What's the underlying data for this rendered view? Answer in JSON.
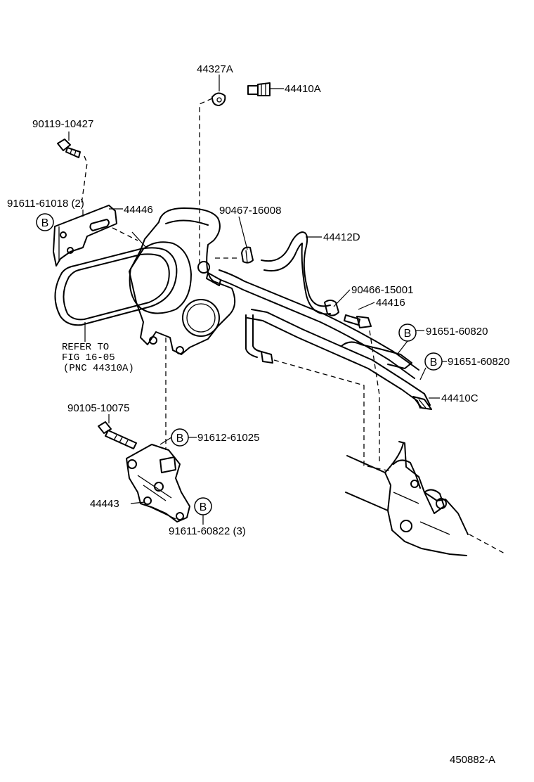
{
  "labels": {
    "p44327A": "44327A",
    "p44410A": "44410A",
    "p90119": "90119-10427",
    "p91611_61018": "91611-61018 (2)",
    "p44446": "44446",
    "p90467": "90467-16008",
    "p44412D": "44412D",
    "p90466": "90466-15001",
    "p44416": "44416",
    "p91651_a": "91651-60820",
    "p91651_b": "91651-60820",
    "p44410C": "44410C",
    "refer1": "REFER TO",
    "refer2": "FIG 16-05",
    "refer3": "(PNC 44310A)",
    "p90105": "90105-10075",
    "p91612": "91612-61025",
    "p44443": "44443",
    "p91611_60822": "91611-60822 (3)",
    "diagram_id": "450882-A"
  },
  "callout_letter": "B"
}
